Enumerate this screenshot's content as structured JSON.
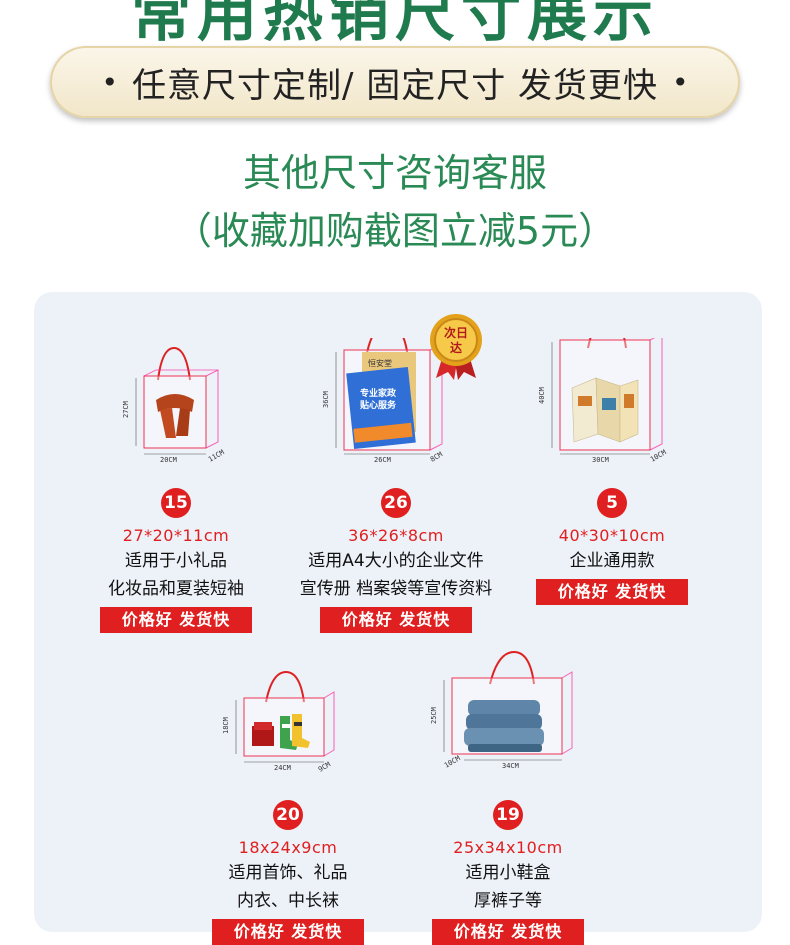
{
  "header": {
    "title": "常用热销尺寸展示",
    "pill_text": "任意尺寸定制/ 固定尺寸 发货更快",
    "pill_dot": "•",
    "consult_line1": "其他尺寸咨询客服",
    "consult_line2": "（收藏加购截图立减5元）"
  },
  "products": [
    {
      "num": "15",
      "size": "27*20*11cm",
      "desc1": "适用于小礼品",
      "desc2": "化妆品和夏装短袖",
      "price": "价格好 发货快",
      "dims": {
        "h": "27CM",
        "w": "20CM",
        "d": "11CM"
      },
      "item_icon": "scarf-icon"
    },
    {
      "num": "26",
      "size": "36*26*8cm",
      "desc1": "适用A4大小的企业文件",
      "desc2": "宣传册 档案袋等宣传资料",
      "price": "价格好 发货快",
      "dims": {
        "h": "36CM",
        "w": "26CM",
        "d": "8CM"
      },
      "item_icon": "brochure-icon",
      "booklet_text1": "专业家政",
      "booklet_text2": "贴心服务",
      "booklet_top": "恒安堂",
      "medal": {
        "line1": "次日",
        "line2": "达"
      }
    },
    {
      "num": "5",
      "size": "40*30*10cm",
      "desc1": "企业通用款",
      "desc2": "",
      "price": "价格好 发货快",
      "dims": {
        "h": "40CM",
        "w": "30CM",
        "d": "10CM"
      },
      "item_icon": "folded-leaflet-icon"
    },
    {
      "num": "20",
      "size": "18x24x9cm",
      "desc1": "适用首饰、礼品",
      "desc2": "内衣、中长袜",
      "price": "价格好 发货快",
      "dims": {
        "h": "18CM",
        "w": "24CM",
        "d": "9CM"
      },
      "item_icon": "socks-icon"
    },
    {
      "num": "19",
      "size": "25x34x10cm",
      "desc1": "适用小鞋盒",
      "desc2": "厚裤子等",
      "price": "价格好 发货快",
      "dims": {
        "h": "25CM",
        "w": "34CM",
        "d": "10CM"
      },
      "item_icon": "jeans-icon"
    }
  ],
  "colors": {
    "green": "#1f7a4d",
    "red": "#e02020",
    "panel": "#edf1f8"
  }
}
